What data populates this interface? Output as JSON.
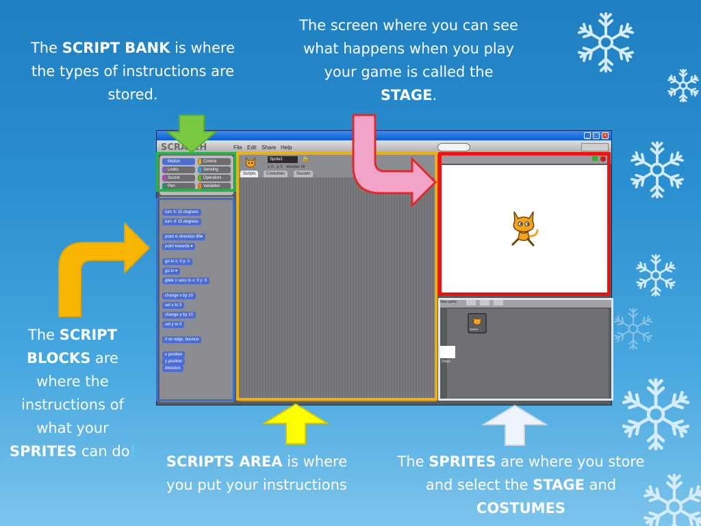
{
  "captions": {
    "script_bank": {
      "pre": "The ",
      "bold": "SCRIPT BANK",
      "post": " is where the types of instructions are stored."
    },
    "stage": {
      "pre": "The screen where you can see what happens when you play your game is called the ",
      "bold": "STAGE",
      "post": "."
    },
    "script_blocks": {
      "pre": "The ",
      "bold1": "SCRIPT BLOCKS",
      "mid": " are where the instructions of what your ",
      "bold2": "SPRITES",
      "post": " can do",
      "excl": "!"
    },
    "scripts_area": {
      "bold": "SCRIPTS AREA",
      "post": " is where you put your instructions"
    },
    "sprites": {
      "pre": "The ",
      "bold1": "SPRITES",
      "mid1": " are where you store and select the ",
      "bold2": "STAGE",
      "mid2": " and ",
      "bold3": "COSTUMES"
    }
  },
  "scratch": {
    "logo": "SCRATCH",
    "menu": [
      "File",
      "Edit",
      "Share",
      "Help"
    ],
    "categories": [
      {
        "label": "Motion",
        "color": "#4a6cd4"
      },
      {
        "label": "Control",
        "color": "#e1a91a"
      },
      {
        "label": "Looks",
        "color": "#8a55d7"
      },
      {
        "label": "Sensing",
        "color": "#2ca5e2"
      },
      {
        "label": "Sound",
        "color": "#bb42c3"
      },
      {
        "label": "Operators",
        "color": "#5cb712"
      },
      {
        "label": "Pen",
        "color": "#0e9a6c"
      },
      {
        "label": "Variables",
        "color": "#ee7d16"
      }
    ],
    "blocks": [
      "turn ↻ 15 degrees",
      "turn ↺ 15 degrees",
      "point in direction 90▾",
      "point towards ▾",
      "go to x: 0 y: 0",
      "go to ▾",
      "glide 1 secs to x: 0 y: 0",
      "change x by 10",
      "set x to 0",
      "change y by 10",
      "set y to 0",
      "if on edge, bounce",
      "x position",
      "y position",
      "direction"
    ],
    "sprite_name": "Sprite1",
    "sprite_coords": "x: 0    y: 0    direction: 90",
    "tabs": [
      "Scripts",
      "Costumes",
      "Sounds"
    ],
    "new_sprite_label": "New sprite:",
    "thumb_label": "Sprite1",
    "stage_label": "Stage"
  },
  "colors": {
    "script_bank_border": "#27b24a",
    "blocks_border": "#3a6fc4",
    "scripts_area_border": "#f2b100",
    "stage_border": "#ee1111",
    "sprites_border": "#dfe7f0",
    "arrow_green": "#7ac943",
    "arrow_pink": "#f4a3c8",
    "arrow_orange": "#f8b600",
    "arrow_yellow": "#ffff00",
    "arrow_white": "#eef4fb"
  }
}
